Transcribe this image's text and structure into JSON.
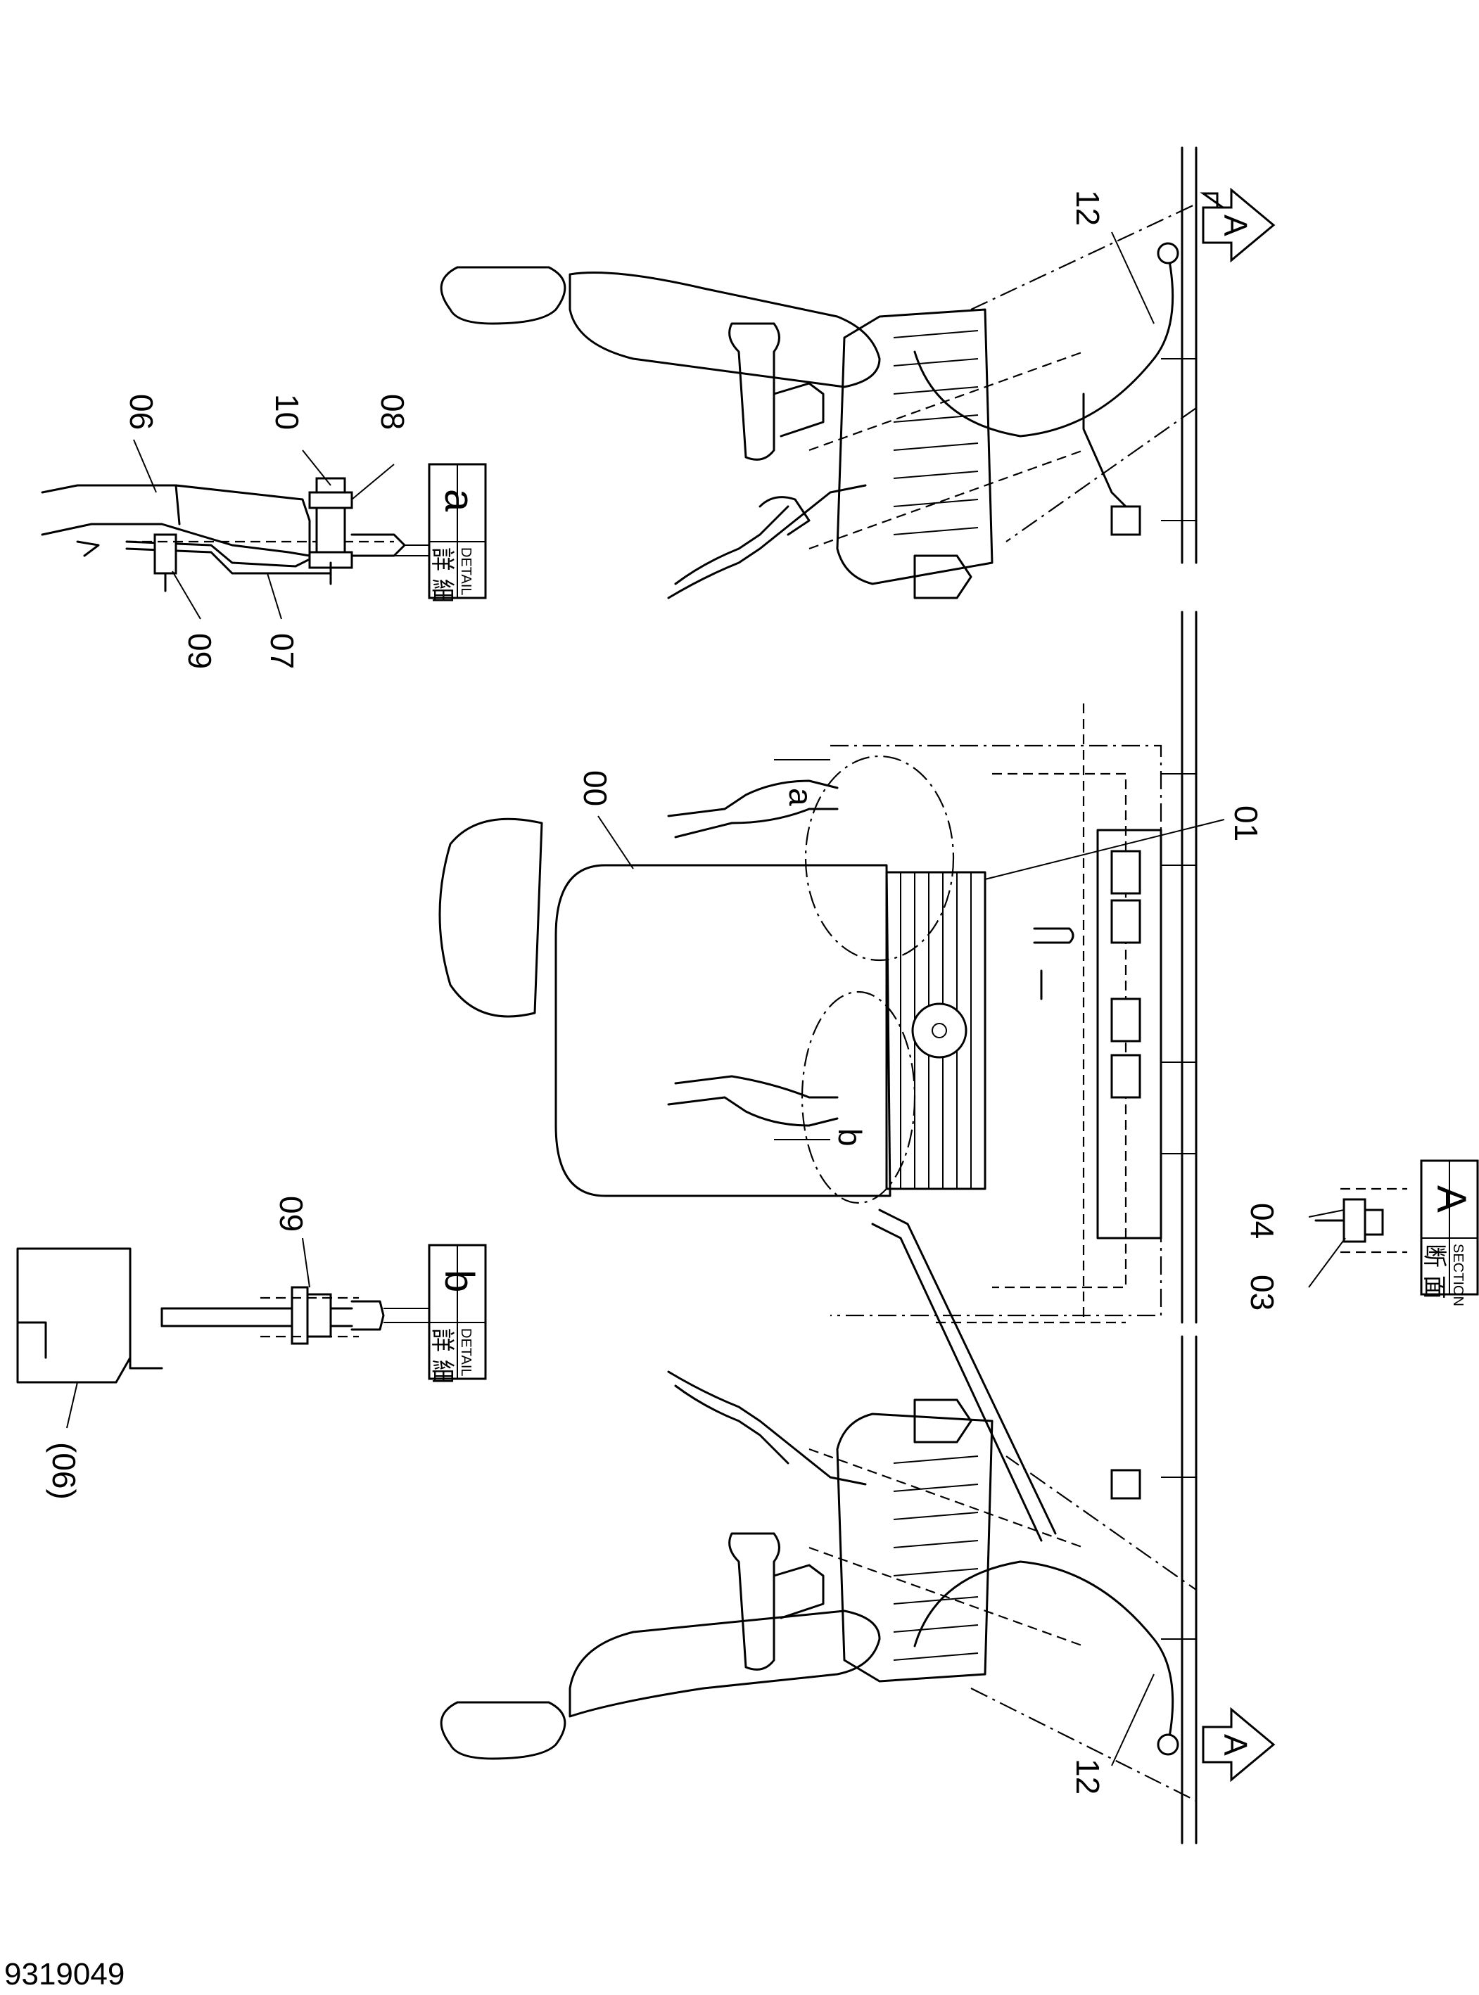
{
  "document": {
    "number": "9319049"
  },
  "callouts": {
    "c00": "00",
    "c01": "01",
    "c03": "03",
    "c04": "04",
    "c06": "06",
    "c06p": "(06)",
    "c07": "07",
    "c08": "08",
    "c09a": "09",
    "c09b": "09",
    "c10": "10",
    "c12_top": "12",
    "c12_bottom": "12"
  },
  "detail_circles": {
    "a": "a",
    "b": "b"
  },
  "section_arrows": {
    "top": "A",
    "bottom": "A"
  },
  "boxes": {
    "detail_a": {
      "cjk": "詳 細",
      "word": "DETAIL",
      "letter": "a"
    },
    "detail_b": {
      "cjk": "詳 細",
      "word": "DETAIL",
      "letter": "b"
    },
    "section_a": {
      "cjk": "断 面",
      "word": "SECTION",
      "letter": "A"
    }
  }
}
